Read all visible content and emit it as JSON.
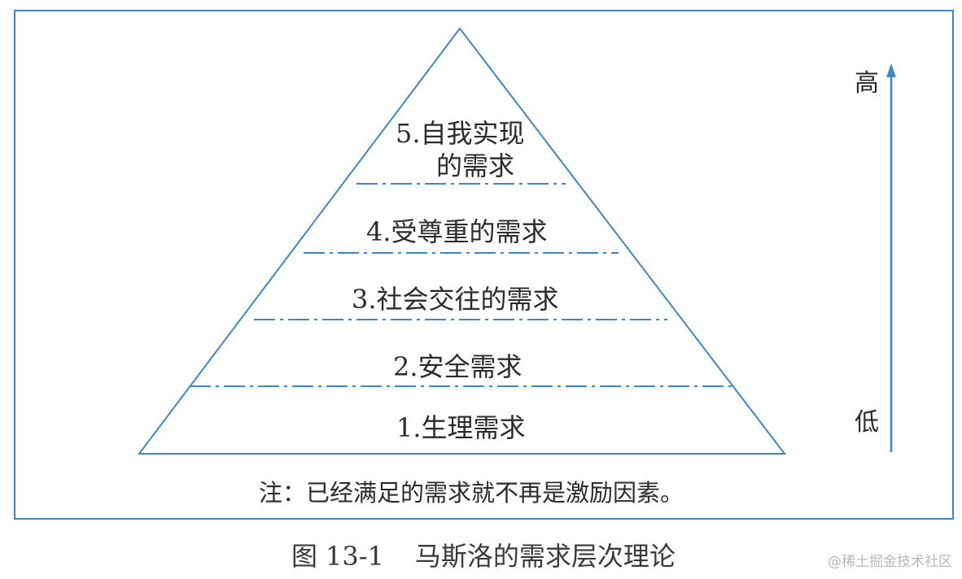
{
  "levels": [
    {
      "line1": "1.生理需求",
      "line2": ""
    },
    {
      "line1": "2.安全需求",
      "line2": ""
    },
    {
      "line1": "3.社会交往的需求",
      "line2": ""
    },
    {
      "line1": "4.受尊重的需求",
      "line2": ""
    },
    {
      "line1": "5.自我实现",
      "line2": "的需求"
    }
  ],
  "axis": {
    "high_label": "高",
    "low_label": "低"
  },
  "note": "注：已经满足的需求就不再是激励因素。",
  "caption": {
    "prefix": "图",
    "number": "13-1",
    "title": "马斯洛的需求层次理论"
  },
  "watermark": "@稀土掘金技术社区",
  "colors": {
    "frame": "#3f86c6",
    "lines": "#3f86c6",
    "text": "#2b2b2b"
  }
}
